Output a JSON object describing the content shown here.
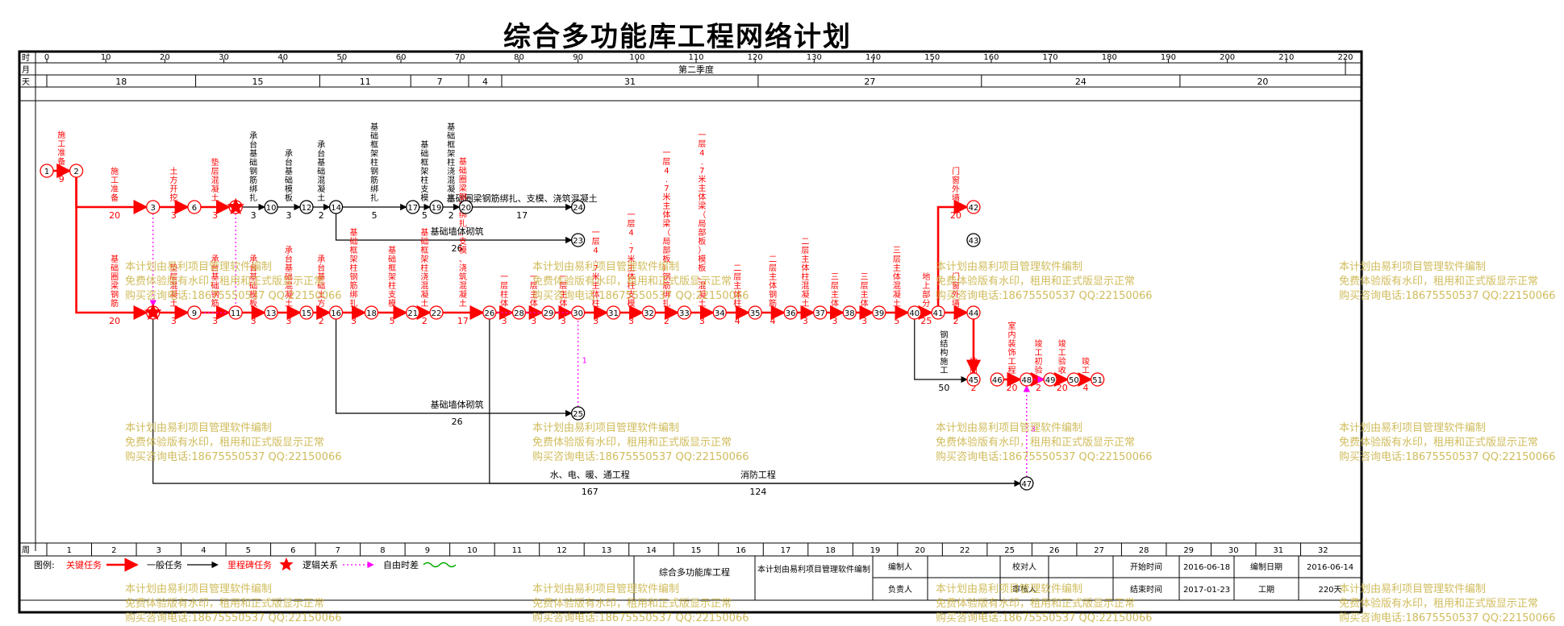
{
  "title": "综合多功能库工程网络计划",
  "timescale": {
    "row_labels": [
      "时",
      "月",
      "天"
    ],
    "ticks": [
      0,
      10,
      20,
      30,
      40,
      50,
      60,
      70,
      80,
      90,
      100,
      110,
      120,
      130,
      140,
      150,
      160,
      170,
      180,
      190,
      200,
      210,
      220
    ],
    "quarter": "第二季度",
    "week_segments": [
      {
        "from": 0,
        "to": 18,
        "label": "18"
      },
      {
        "from": 18,
        "to": 33,
        "label": "15"
      },
      {
        "from": 33,
        "to": 44,
        "label": "11"
      },
      {
        "from": 44,
        "to": 51,
        "label": "7"
      },
      {
        "from": 51,
        "to": 55,
        "label": "4"
      },
      {
        "from": 55,
        "to": 86,
        "label": "31"
      },
      {
        "from": 86,
        "to": 113,
        "label": "27"
      },
      {
        "from": 113,
        "to": 137,
        "label": "24"
      },
      {
        "from": 137,
        "to": 157,
        "label": "20"
      }
    ]
  },
  "network": {
    "nodes": [
      {
        "id": "1",
        "day": 0,
        "row": "r1"
      },
      {
        "id": "2",
        "day": 5,
        "row": "r1"
      },
      {
        "id": "3",
        "day": 18,
        "row": "r2"
      },
      {
        "id": "6",
        "day": 25,
        "row": "r2"
      },
      {
        "id": "8",
        "day": 32,
        "row": "r2"
      },
      {
        "id": "10",
        "day": 38,
        "row": "r2"
      },
      {
        "id": "12",
        "day": 44,
        "row": "r2"
      },
      {
        "id": "14",
        "day": 49,
        "row": "r2"
      },
      {
        "id": "17",
        "day": 62,
        "row": "r2"
      },
      {
        "id": "19",
        "day": 66,
        "row": "r2"
      },
      {
        "id": "20",
        "day": 71,
        "row": "r2"
      },
      {
        "id": "24",
        "day": 90,
        "row": "r2"
      },
      {
        "id": "23",
        "day": 90,
        "row": "r3"
      },
      {
        "id": "7",
        "day": 18,
        "row": "r4"
      },
      {
        "id": "9",
        "day": 25,
        "row": "r4"
      },
      {
        "id": "11",
        "day": 32,
        "row": "r4"
      },
      {
        "id": "13",
        "day": 38,
        "row": "r4"
      },
      {
        "id": "15",
        "day": 44,
        "row": "r4"
      },
      {
        "id": "16",
        "day": 49,
        "row": "r4"
      },
      {
        "id": "18",
        "day": 55,
        "row": "r4"
      },
      {
        "id": "21",
        "day": 62,
        "row": "r4"
      },
      {
        "id": "22",
        "day": 66,
        "row": "r4"
      },
      {
        "id": "26",
        "day": 75,
        "row": "r4"
      },
      {
        "id": "28",
        "day": 80,
        "row": "r4"
      },
      {
        "id": "29",
        "day": 85,
        "row": "r4"
      },
      {
        "id": "30",
        "day": 90,
        "row": "r4"
      },
      {
        "id": "31",
        "day": 96,
        "row": "r4"
      },
      {
        "id": "32",
        "day": 102,
        "row": "r4"
      },
      {
        "id": "33",
        "day": 108,
        "row": "r4"
      },
      {
        "id": "34",
        "day": 114,
        "row": "r4"
      },
      {
        "id": "35",
        "day": 120,
        "row": "r4"
      },
      {
        "id": "36",
        "day": 126,
        "row": "r4"
      },
      {
        "id": "37",
        "day": 131,
        "row": "r4"
      },
      {
        "id": "38",
        "day": 136,
        "row": "r4"
      },
      {
        "id": "39",
        "day": 141,
        "row": "r4"
      },
      {
        "id": "40",
        "day": 147,
        "row": "r4"
      },
      {
        "id": "41",
        "day": 151,
        "row": "r4"
      },
      {
        "id": "44",
        "day": 157,
        "row": "r4"
      },
      {
        "id": "42",
        "day": 157,
        "row": "r2"
      },
      {
        "id": "43",
        "day": 157,
        "row": "r3"
      },
      {
        "id": "25",
        "day": 90,
        "row": "r6"
      },
      {
        "id": "45",
        "day": 157,
        "row": "r5"
      },
      {
        "id": "46",
        "day": 161,
        "row": "r5"
      },
      {
        "id": "48",
        "day": 166,
        "row": "r5"
      },
      {
        "id": "49",
        "day": 170,
        "row": "r5"
      },
      {
        "id": "50",
        "day": 174,
        "row": "r5"
      },
      {
        "id": "51",
        "day": 178,
        "row": "r5"
      },
      {
        "id": "47",
        "day": 166,
        "row": "r7"
      }
    ],
    "activities": [
      {
        "name": "施工准备",
        "days": "9",
        "from": "1",
        "to": "2",
        "type": "critical"
      },
      {
        "name": "施工准备",
        "days": "20",
        "from": "2",
        "to": "3",
        "type": "critical"
      },
      {
        "name": "土方开挖",
        "days": "3",
        "from": "3",
        "to": "6",
        "type": "critical"
      },
      {
        "name": "垫层混凝土",
        "days": "3",
        "from": "6",
        "to": "8",
        "type": "critical"
      },
      {
        "name": "承台基础钢筋绑扎",
        "days": "3",
        "from": "8",
        "to": "10",
        "type": "normal"
      },
      {
        "name": "承台基础模板",
        "days": "3",
        "from": "10",
        "to": "12",
        "type": "normal"
      },
      {
        "name": "承台基础混凝土",
        "days": "2",
        "from": "12",
        "to": "14",
        "type": "normal"
      },
      {
        "name": "基础框架柱钢筋绑扎",
        "days": "5",
        "from": "14",
        "to": "17",
        "type": "normal"
      },
      {
        "name": "基础框架柱支模",
        "days": "5",
        "from": "17",
        "to": "19",
        "type": "normal"
      },
      {
        "name": "基础框架柱浇混凝土",
        "days": "2",
        "from": "19",
        "to": "20",
        "type": "normal"
      },
      {
        "name": "基础圈梁钢筋绑扎、支模、浇筑混凝土",
        "days": "17",
        "from": "20",
        "to": "24",
        "type": "normal"
      },
      {
        "name": "基础墙体砌筑",
        "days": "26",
        "from": "14",
        "to": "23",
        "type": "normal"
      },
      {
        "name": "基础圈梁钢筋",
        "days": "20",
        "from": "2",
        "to": "7",
        "type": "critical"
      },
      {
        "name": "垫层混凝土",
        "days": "3",
        "from": "7",
        "to": "9",
        "type": "critical"
      },
      {
        "name": "承台基础钢筋",
        "days": "3",
        "from": "9",
        "to": "11",
        "type": "critical"
      },
      {
        "name": "承台基础模板",
        "days": "3",
        "from": "11",
        "to": "13",
        "type": "critical"
      },
      {
        "name": "承台基础混凝土",
        "days": "3",
        "from": "13",
        "to": "15",
        "type": "critical"
      },
      {
        "name": "承台基础土方",
        "days": "2",
        "from": "15",
        "to": "16",
        "type": "critical"
      },
      {
        "name": "基础框架柱钢筋绑扎",
        "days": "3",
        "from": "16",
        "to": "18",
        "type": "critical"
      },
      {
        "name": "基础框架柱支模",
        "days": "5",
        "from": "18",
        "to": "21",
        "type": "critical"
      },
      {
        "name": "基础框架柱浇混凝土",
        "days": "2",
        "from": "21",
        "to": "22",
        "type": "critical"
      },
      {
        "name": "基础圈梁钢筋绑扎、支模、浇筑混凝土",
        "days": "17",
        "from": "22",
        "to": "26",
        "type": "critical"
      },
      {
        "name": "一层柱体",
        "days": "3",
        "from": "26",
        "to": "28",
        "type": "critical"
      },
      {
        "name": "一层主体",
        "days": "3",
        "from": "28",
        "to": "29",
        "type": "critical"
      },
      {
        "name": "一层主体",
        "days": "3",
        "from": "29",
        "to": "30",
        "type": "critical"
      },
      {
        "name": "一层4.7米主体柱",
        "days": "3",
        "from": "30",
        "to": "31",
        "type": "critical"
      },
      {
        "name": "一层4.7米主体柱支模",
        "days": "3",
        "from": "31",
        "to": "32",
        "type": "critical"
      },
      {
        "name": "一层4.7米主体梁（局部板）钢筋绑扎",
        "days": "2",
        "from": "32",
        "to": "33",
        "type": "critical"
      },
      {
        "name": "一层4.7米主体梁（局部板）模板、混凝土",
        "days": "3",
        "from": "33",
        "to": "34",
        "type": "critical"
      },
      {
        "name": "二层主体柱",
        "days": "4",
        "from": "34",
        "to": "35",
        "type": "critical"
      },
      {
        "name": "二层主体钢筋",
        "days": "4",
        "from": "35",
        "to": "36",
        "type": "critical"
      },
      {
        "name": "二层主体柱混凝土",
        "days": "3",
        "from": "36",
        "to": "37",
        "type": "critical"
      },
      {
        "name": "三层主体",
        "days": "3",
        "from": "37",
        "to": "38",
        "type": "critical"
      },
      {
        "name": "三层主体",
        "days": "3",
        "from": "38",
        "to": "39",
        "type": "critical"
      },
      {
        "name": "三层主体混凝土",
        "days": "5",
        "from": "39",
        "to": "40",
        "type": "critical"
      },
      {
        "name": "地上部分",
        "days": "25",
        "from": "40",
        "to": "41",
        "type": "critical"
      },
      {
        "name": "门窗外墙",
        "days": "2",
        "from": "41",
        "to": "44",
        "type": "critical"
      },
      {
        "name": "门窗外墙",
        "days": "20",
        "from": "41",
        "to": "42",
        "type": "critical"
      },
      {
        "name": "钢结构施工",
        "days": "50",
        "from": "40",
        "to": "45",
        "type": "normal"
      },
      {
        "name": "地面",
        "days": "2",
        "from": "44",
        "to": "45",
        "type": "critical"
      },
      {
        "name": "室内装饰工程",
        "days": "20",
        "from": "46",
        "to": "48",
        "type": "critical"
      },
      {
        "name": "竣工初验",
        "days": "2",
        "from": "48",
        "to": "49",
        "type": "critical"
      },
      {
        "name": "竣工验收",
        "days": "20",
        "from": "49",
        "to": "50",
        "type": "critical"
      },
      {
        "name": "竣工",
        "days": "4",
        "from": "50",
        "to": "51",
        "type": "critical"
      },
      {
        "name": "基础墙体砌筑",
        "days": "26",
        "from": "16",
        "to": "25",
        "type": "normal"
      },
      {
        "name": "消防工程",
        "days": "124",
        "from": "26",
        "to": "47",
        "type": "normal"
      },
      {
        "name": "水、电、暖、通工程",
        "days": "167",
        "from": "7",
        "to": "47",
        "type": "normal"
      }
    ],
    "virtual": [
      {
        "from": "3",
        "to": "7",
        "days": ""
      },
      {
        "from": "8",
        "to": "9",
        "days": ""
      },
      {
        "from": "25",
        "to": "26",
        "days": "1"
      },
      {
        "from": "47",
        "to": "48",
        "days": ""
      },
      {
        "from": "47",
        "to": "49",
        "days": "3"
      }
    ],
    "stars": [
      "8",
      "7"
    ],
    "critical_color": "#ff0000",
    "normal_color": "#000000",
    "virtual_color": "#ff00ff"
  },
  "bottom_ruler": [
    "1",
    "2",
    "3",
    "4",
    "5",
    "6",
    "7",
    "8",
    "9",
    "10",
    "11",
    "12",
    "13",
    "14",
    "15",
    "16",
    "17",
    "18",
    "19",
    "20",
    "22",
    "25",
    "26",
    "27",
    "28",
    "29",
    "30",
    "31",
    "32"
  ],
  "legend": {
    "label": "图例:",
    "items": [
      {
        "text": "关键任务",
        "style": "critical"
      },
      {
        "text": "一般任务",
        "style": "normal"
      },
      {
        "text": "里程碑任务",
        "style": "milestone"
      },
      {
        "text": "逻辑关系",
        "style": "virtual"
      },
      {
        "text": "自由时差",
        "style": "float"
      }
    ]
  },
  "info": {
    "project": "综合多功能库工程",
    "software": "本计划由易利项目管理软件编制",
    "editor_label": "编制人",
    "checker_label": "校对人",
    "owner_label": "负责人",
    "reviewer_label": "审核人",
    "start_label": "开始时间",
    "start": "2016-06-18",
    "date_label": "编制日期",
    "date": "2016-06-14",
    "end_label": "结束时间",
    "end": "2017-01-23",
    "duration_label": "工期",
    "duration": "220天"
  },
  "watermark": [
    "本计划由易利项目管理软件编制",
    "免费体验版有水印，租用和正式版显示正常",
    "购买咨询电话:18675550537 QQ:22150066"
  ]
}
